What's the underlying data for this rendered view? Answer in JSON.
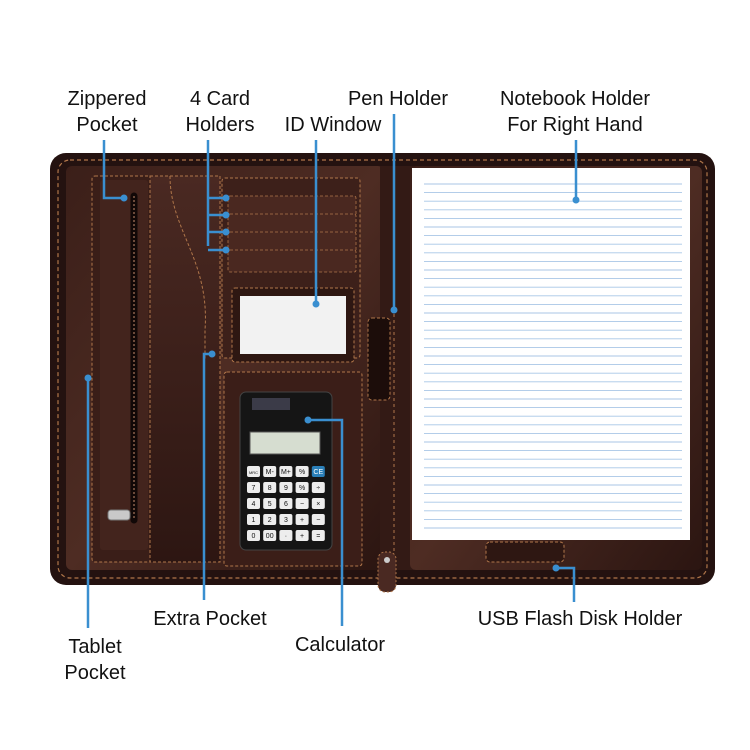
{
  "labels": {
    "zippered_pocket": [
      "Zippered",
      "Pocket"
    ],
    "card_holders": [
      "4 Card",
      "Holders"
    ],
    "pen_holder": [
      "Pen Holder"
    ],
    "id_window": [
      "ID Window"
    ],
    "notebook_holder": [
      "Notebook Holder",
      "For Right Hand"
    ],
    "extra_pocket": [
      "Extra Pocket"
    ],
    "calculator": [
      "Calculator"
    ],
    "tablet_pocket": [
      "Tablet",
      "Pocket"
    ],
    "usb_holder": [
      "USB Flash Disk Holder"
    ]
  },
  "calculator_keys": [
    [
      "MRC",
      "M-",
      "M+",
      "%",
      "CE"
    ],
    [
      "7",
      "8",
      "9",
      "%",
      "÷"
    ],
    [
      "4",
      "5",
      "6",
      "−",
      "×"
    ],
    [
      "1",
      "2",
      "3",
      "+",
      "−"
    ],
    [
      "0",
      "00",
      "·",
      "+",
      "="
    ]
  ],
  "colors": {
    "leather_dark": "#2a1410",
    "leather_mid": "#4a2a22",
    "stitch": "#b0764a",
    "callout": "#3a8fd0",
    "paper_line": "#a8c6e6"
  }
}
